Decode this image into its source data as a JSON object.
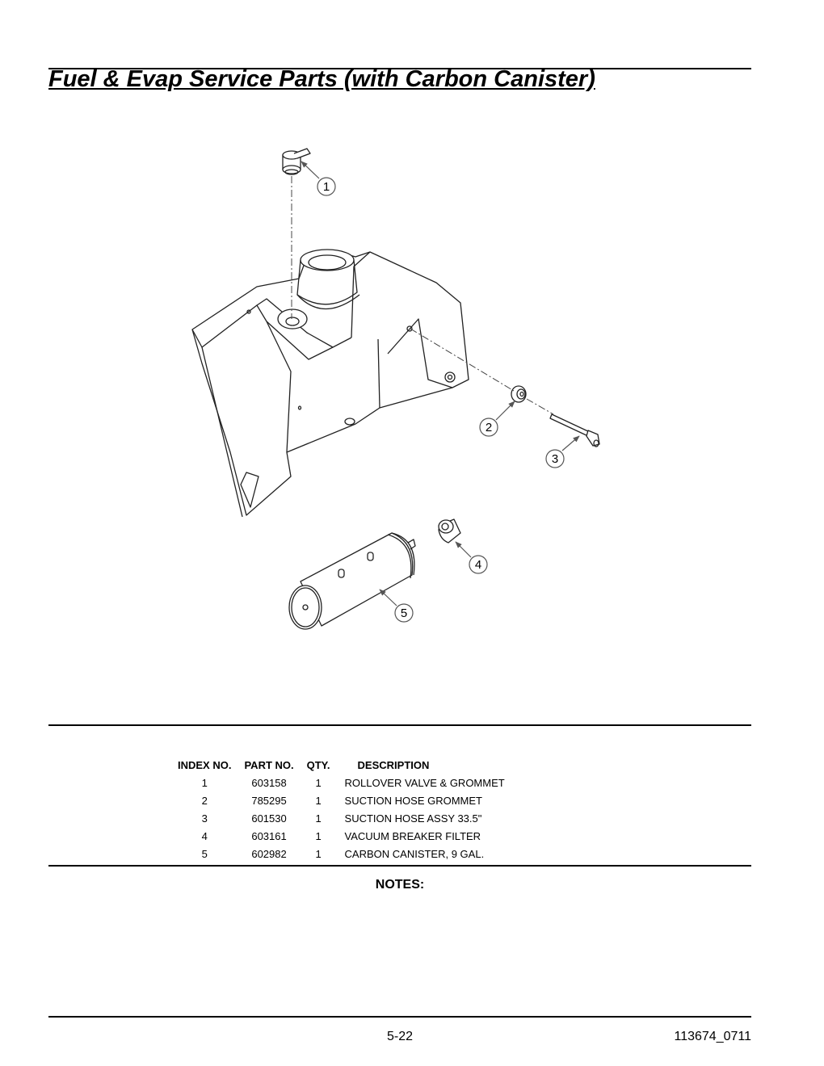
{
  "title": "Fuel & Evap Service Parts (with Carbon Canister)",
  "callouts": [
    "1",
    "2",
    "3",
    "4",
    "5"
  ],
  "table": {
    "headers": [
      "INDEX NO.",
      "PART NO.",
      "QTY.",
      "DESCRIPTION"
    ],
    "rows": [
      [
        "1",
        "603158",
        "1",
        "ROLLOVER VALVE & GROMMET"
      ],
      [
        "2",
        "785295",
        "1",
        "SUCTION HOSE GROMMET"
      ],
      [
        "3",
        "601530",
        "1",
        "SUCTION HOSE ASSY 33.5\""
      ],
      [
        "4",
        "603161",
        "1",
        "VACUUM BREAKER FILTER"
      ],
      [
        "5",
        "602982",
        "1",
        "CARBON CANISTER, 9 GAL."
      ]
    ]
  },
  "notes_label": "NOTES:",
  "footer": {
    "page": "5-22",
    "doc_id": "113674_0711"
  },
  "colors": {
    "ink": "#000000",
    "line_art": "#222222",
    "leader": "#555555",
    "background": "#ffffff"
  }
}
